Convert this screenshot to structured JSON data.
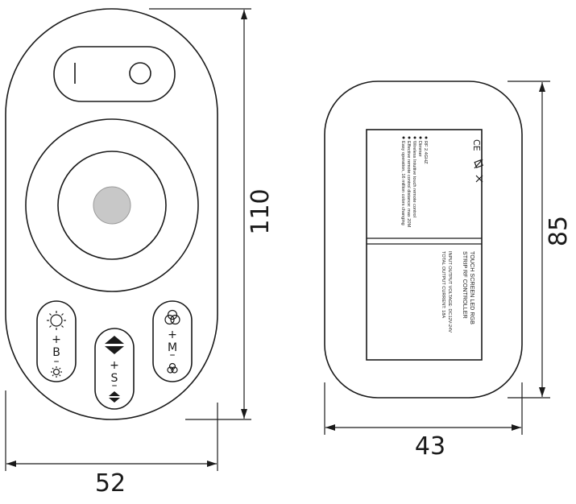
{
  "dimensions": {
    "front_width": "52",
    "front_height": "110",
    "back_width": "43",
    "back_height": "85"
  },
  "buttons": {
    "brightness": {
      "plus": "+",
      "letter": "B",
      "minus": "–"
    },
    "speed": {
      "plus": "+",
      "letter": "S",
      "minus": "–"
    },
    "mode": {
      "plus": "+",
      "letter": "M",
      "minus": "–"
    }
  },
  "label": {
    "ce_mark": "CE",
    "bullets": [
      "RF 2.4GHZ",
      "Dimmer",
      "Wireless Intuitive touch remote control",
      "Effective remote control distance: max 20M",
      "Easy operation, 16 million colors changing"
    ],
    "title_lines": [
      "TOUCH SCREEN LED RGB",
      "STRIP RF CONTROLLER"
    ],
    "spec_lines": [
      "INPUT OUTPUT VOLTAGE: DC12V-24V",
      "TOTAL OUTPUT CURRENT: 18A"
    ]
  },
  "colors": {
    "line": "#1a1a1a",
    "center_button": "#c8c8c8",
    "background": "#ffffff"
  }
}
